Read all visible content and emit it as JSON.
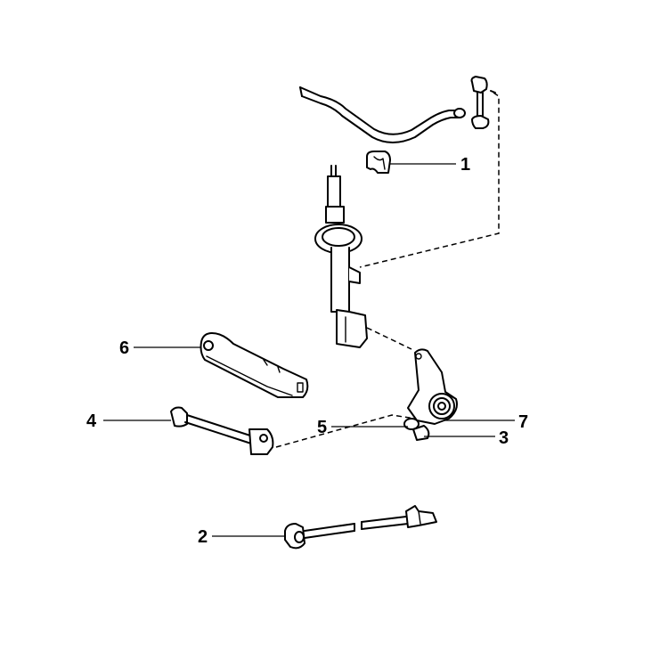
{
  "diagram": {
    "parts": [
      {
        "id": "stabilizer-bar",
        "callout": ""
      },
      {
        "id": "stabilizer-link",
        "callout": ""
      },
      {
        "id": "stabilizer-bushing",
        "callout": "1"
      },
      {
        "id": "shock-absorber-strut",
        "callout": ""
      },
      {
        "id": "upper-control-arm",
        "callout": "6"
      },
      {
        "id": "lateral-link",
        "callout": "4"
      },
      {
        "id": "steering-knuckle",
        "callout": ""
      },
      {
        "id": "knuckle-bushing-lower",
        "callout": "3"
      },
      {
        "id": "knuckle-bushing-front",
        "callout": "5"
      },
      {
        "id": "knuckle-hub-bushing",
        "callout": "7"
      },
      {
        "id": "rear-lateral-rod",
        "callout": "2"
      }
    ],
    "callouts": {
      "c1": "1",
      "c2": "2",
      "c3": "3",
      "c4": "4",
      "c5": "5",
      "c6": "6",
      "c7": "7"
    },
    "colors": {
      "ink": "#000000",
      "background": "#ffffff"
    }
  }
}
